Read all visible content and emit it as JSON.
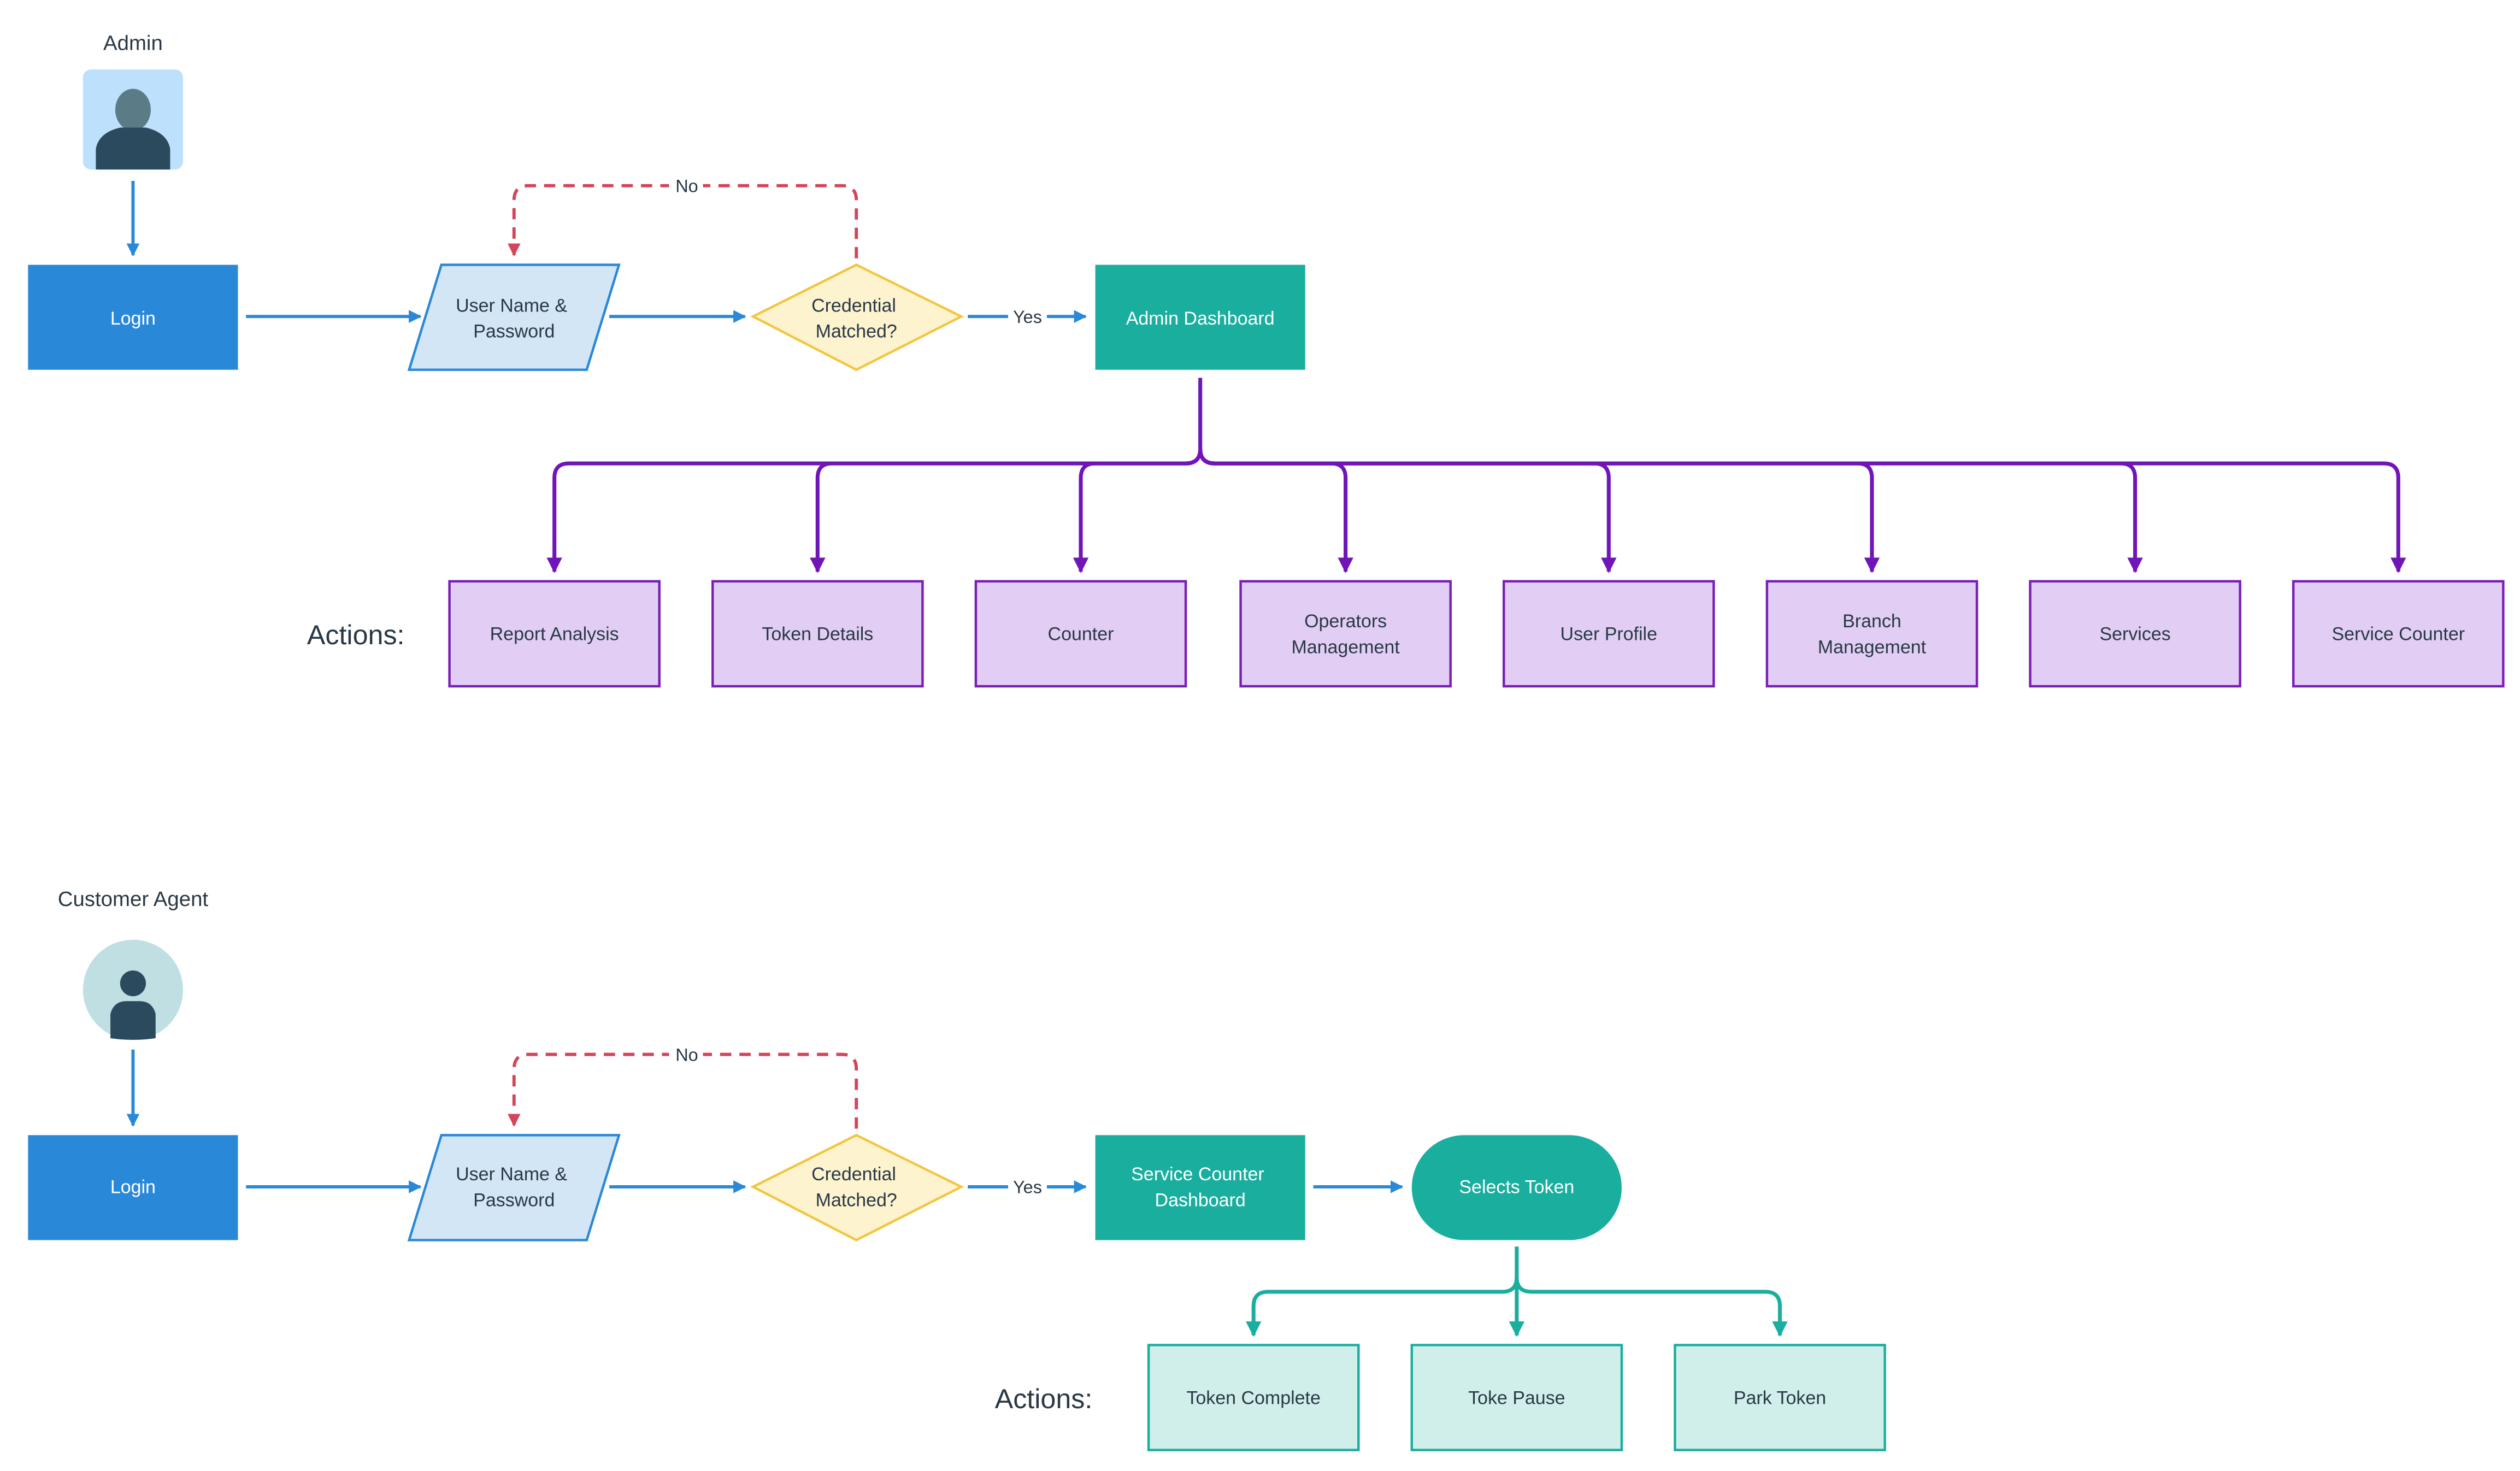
{
  "colors": {
    "blue": "#2a88d8",
    "io_fill": "#d3e6f6",
    "diamond_fill": "#fdf3cf",
    "diamond_stroke": "#f3c63f",
    "teal": "#1aae9f",
    "no_path": "#d3455b",
    "purple": "#7015b8",
    "action_fill": "#e2cef4",
    "action_stroke": "#7a1fb6",
    "teal_action_fill": "#d1efea",
    "text_dark": "#293845",
    "avatar_blue_bg": "#bde1fc",
    "avatar_teal_bg": "#c0dfe2",
    "avatar_figure": "#2c4a5e"
  },
  "admin_flow": {
    "actor_label": "Admin",
    "actor_icon": "admin-avatar-icon",
    "login_label": "Login",
    "credentials_label": [
      "User Name &",
      "Password"
    ],
    "decision_label": [
      "Credential",
      "Matched?"
    ],
    "no_label": "No",
    "yes_label": "Yes",
    "dashboard_label": [
      "Admin Dashboard"
    ],
    "actions_heading": "Actions:",
    "actions": [
      [
        "Report Analysis"
      ],
      [
        "Token Details"
      ],
      [
        "Counter"
      ],
      [
        "Operators",
        "Management"
      ],
      [
        "User Profile"
      ],
      [
        "Branch",
        "Management"
      ],
      [
        "Services"
      ],
      [
        "Service Counter"
      ]
    ]
  },
  "agent_flow": {
    "actor_label": "Customer Agent",
    "actor_icon": "customer-agent-avatar-icon",
    "login_label": "Login",
    "credentials_label": [
      "User Name &",
      "Password"
    ],
    "decision_label": [
      "Credential",
      "Matched?"
    ],
    "no_label": "No",
    "yes_label": "Yes",
    "dashboard_label": [
      "Service Counter",
      "Dashboard"
    ],
    "select_label": "Selects Token",
    "actions_heading": "Actions:",
    "actions": [
      [
        "Token Complete"
      ],
      [
        "Toke Pause"
      ],
      [
        "Park Token"
      ]
    ]
  }
}
